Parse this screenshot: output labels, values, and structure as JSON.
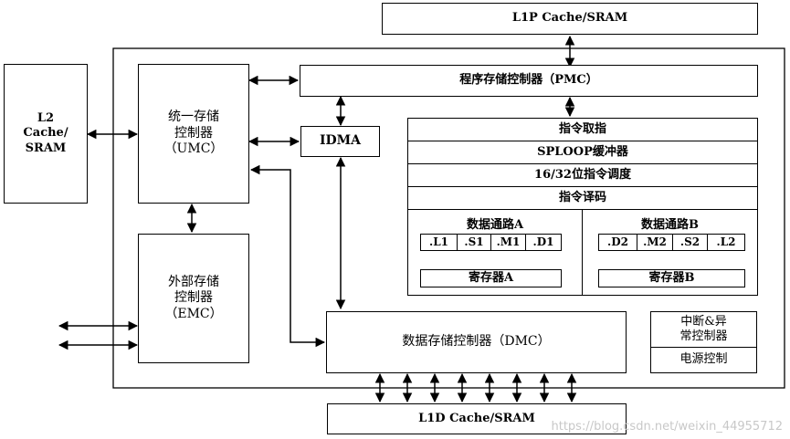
{
  "l1p": "L1P Cache/SRAM",
  "l2": [
    "L2",
    "Cache/",
    "SRAM"
  ],
  "umc": [
    "统一存储",
    "控制器",
    "（UMC）"
  ],
  "pmc": "程序存储控制器（PMC）",
  "idma": "IDMA",
  "fetch": "指令取指",
  "sploop": "SPLOOP缓冲器",
  "dispatch": "16/32位指令调度",
  "decode": "指令译码",
  "path_a": {
    "title": "数据通路A",
    "units": [
      ".L1",
      ".S1",
      ".M1",
      ".D1"
    ],
    "register": "寄存器A"
  },
  "path_b": {
    "title": "数据通路B",
    "units": [
      ".D2",
      ".M2",
      ".S2",
      ".L2"
    ],
    "register": "寄存器B"
  },
  "emc": [
    "外部存储",
    "控制器",
    "（EMC）"
  ],
  "dmc": "数据存储控制器（DMC）",
  "interrupt": [
    "中断&异",
    "常控制器"
  ],
  "power": "电源控制",
  "l1d": "L1D Cache/SRAM",
  "watermark": "https://blog.csdn.net/weixin_44955712"
}
